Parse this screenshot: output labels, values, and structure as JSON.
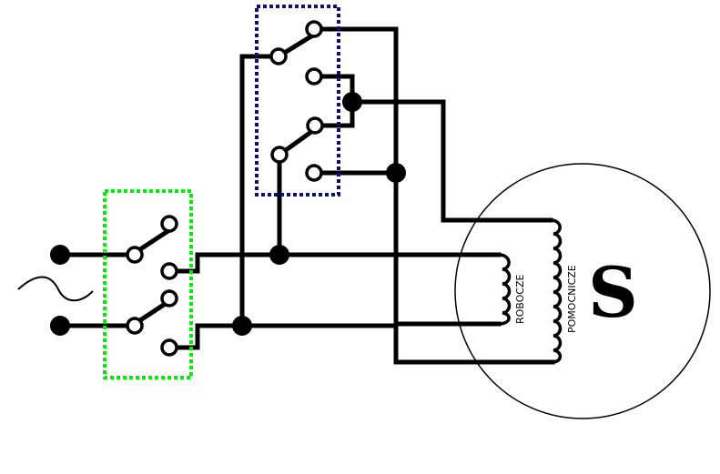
{
  "diagram": {
    "winding_labels": {
      "main": "ROBOCZE",
      "auxiliary": "POMOCNICZE"
    },
    "motor_symbol": "S",
    "colors": {
      "line_switch_box": "#00ee00",
      "reversing_switch_box": "#101070",
      "wire": "#000000"
    }
  }
}
